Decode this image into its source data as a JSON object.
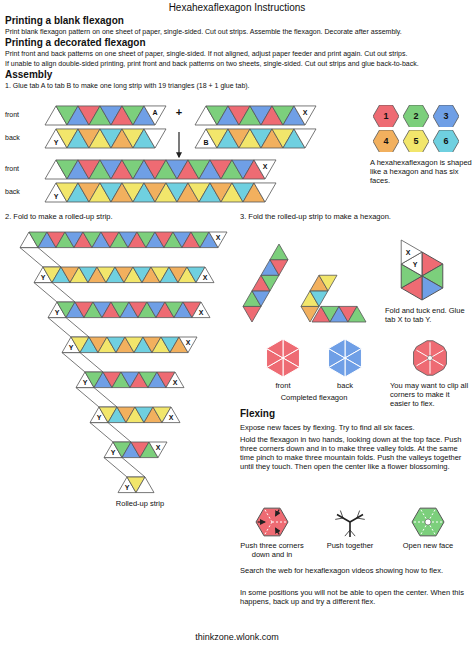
{
  "diagram": {
    "title": "Hexahexaflexagon Instructions",
    "labels": [
      "Printing a blank flexagon",
      "Print blank flexagon pattern on one sheet of paper, single-sided. Cut out strips. Assemble the flexagon. Decorate after assembly.",
      "Printing a decorated flexagon",
      "Print front and back patterns on one sheet of paper, single-sided. If not aligned, adjust paper feeder and print again. Cut out strips.",
      "If unable to align double-sided printing, print front and back patterns on two sheets, single-sided. Cut out strips and glue back-to-back.",
      "Assembly",
      "1. Glue tab A to tab B to make one long strip with 19 triangles (18 + 1 glue tab).",
      "front",
      "A",
      "+",
      "X",
      "back",
      "Y",
      "B",
      "A hexahexaflexagon is shaped like a hexagon and has six faces.",
      "front",
      "X",
      "back",
      "Y",
      "2. Fold to make a rolled-up strip.",
      "3. Fold the rolled-up strip to make a hexagon.",
      "X",
      "Y",
      "X",
      "Y",
      "X",
      "Y",
      "X",
      "Y",
      "X",
      "Y",
      "X",
      "Y",
      "X",
      "Y",
      "Rolled-up strip",
      "X",
      "Y",
      "Fold and tuck end. Glue tab X to tab Y.",
      "front",
      "back",
      "You may want to clip all corners to make it easier to flex.",
      "Completed flexagon",
      "Flexing",
      "Expose new faces by flexing. Try to find all six faces.",
      "Hold the flexagon in two hands, looking down at the top face. Push three corners down and in to make three valley folds. At the same time pinch to make three mountain folds. Push the valleys together until they touch. Then open the center like a flower blossoming.",
      "Push three corners down and in",
      "Push together",
      "Open new face",
      "Search the web for hexaflexagon videos showing how to flex.",
      "In some positions you will not be able to open the center. When this happens, back up and try a different flex.",
      "thinkzone.wlonk.com"
    ],
    "legend": [
      {
        "text": "1",
        "color": "#ee6b73"
      },
      {
        "text": "2",
        "color": "#7ccf7c"
      },
      {
        "text": "3",
        "color": "#6f9fe6"
      },
      {
        "text": "4",
        "color": "#f2b05e"
      },
      {
        "text": "5",
        "color": "#f2e66b"
      },
      {
        "text": "6",
        "color": "#6fd0e0"
      }
    ]
  }
}
